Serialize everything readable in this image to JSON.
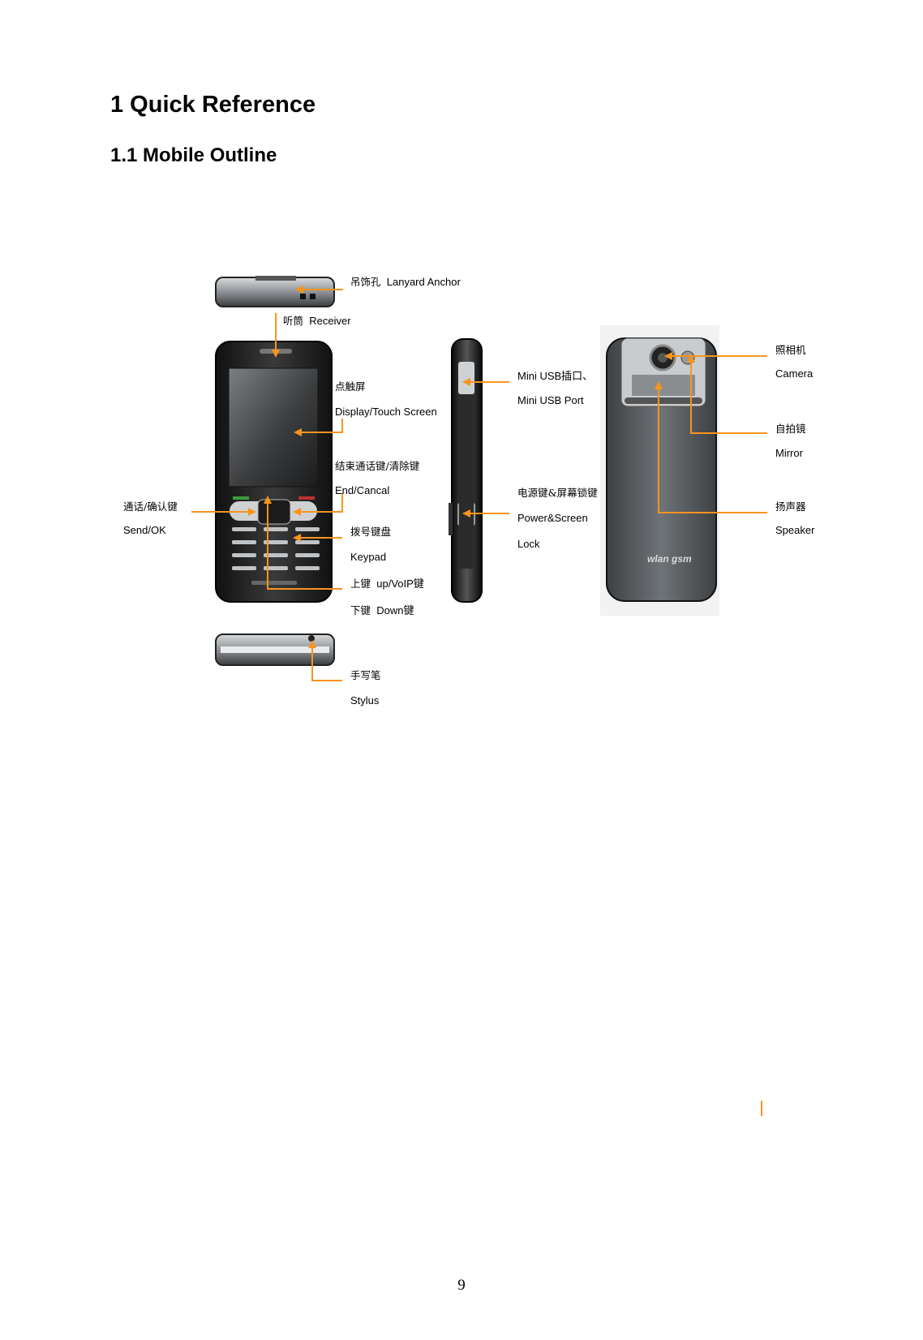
{
  "headings": {
    "title": "1 Quick Reference",
    "subtitle": "1.1 Mobile Outline"
  },
  "callouts": {
    "lanyard": {
      "cn": "吊饰孔",
      "en": "Lanyard Anchor"
    },
    "receiver": {
      "cn": "听筒",
      "en": "Receiver"
    },
    "touch_screen": {
      "cn": "点触屏",
      "en": "Display/Touch Screen"
    },
    "end_cancel": {
      "cn": "结束通话键/清除键",
      "en": "End/Cancal"
    },
    "send_ok": {
      "cn": "通话/确认键",
      "en": "Send/OK"
    },
    "keypad": {
      "cn": "拨号键盘",
      "en": "Keypad"
    },
    "up_voip": {
      "cn": "上键",
      "en": "up/VoIP键"
    },
    "down": {
      "cn": "下键",
      "en": "Down键"
    },
    "stylus": {
      "cn": "手写笔",
      "en": "Stylus"
    },
    "mini_usb": {
      "cn": "Mini USB插口、",
      "en": "Mini USB Port"
    },
    "power": {
      "cn": "电源键&屏幕锁键",
      "en": "Power&Screen",
      "en2": "Lock"
    },
    "camera": {
      "cn": "照相机",
      "en": "Camera"
    },
    "mirror": {
      "cn": "自拍镜",
      "en": "Mirror"
    },
    "speaker": {
      "cn": "扬声器",
      "en": "Speaker"
    }
  },
  "phone_branding": {
    "brand": "wlan gsm"
  },
  "colors": {
    "accent": "#f7941d",
    "phone_body": "#2b2b2b",
    "phone_back": "#555a5e"
  },
  "footer": {
    "page_number": "9"
  }
}
